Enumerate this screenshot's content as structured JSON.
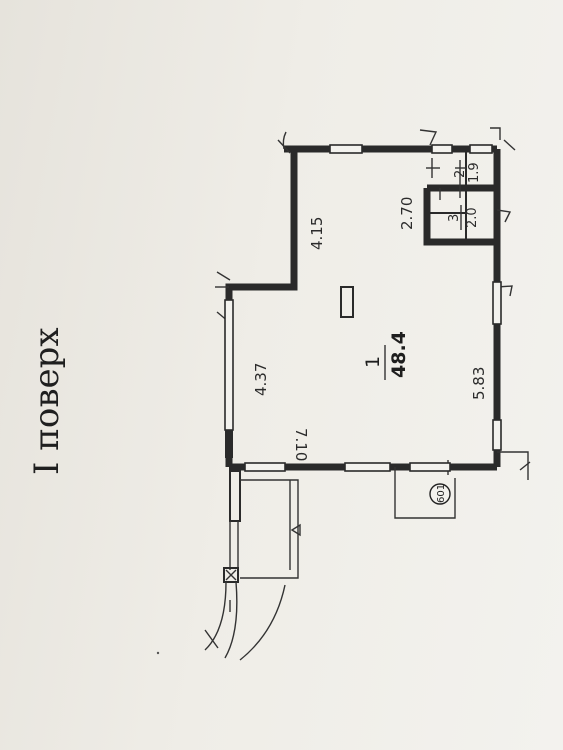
{
  "floor_title": "I поверх",
  "dimensions": {
    "d_4_15": "4.15",
    "d_2_70": "2.70",
    "d_4_37": "4.37",
    "d_5_83": "5.83",
    "d_7_10": "7.10"
  },
  "rooms": {
    "main": {
      "number": "1",
      "area": "48.4"
    },
    "room2": {
      "number": "2",
      "area": "1.9"
    },
    "room3": {
      "number": "3",
      "area": "2.0"
    }
  },
  "marker_601": "601"
}
